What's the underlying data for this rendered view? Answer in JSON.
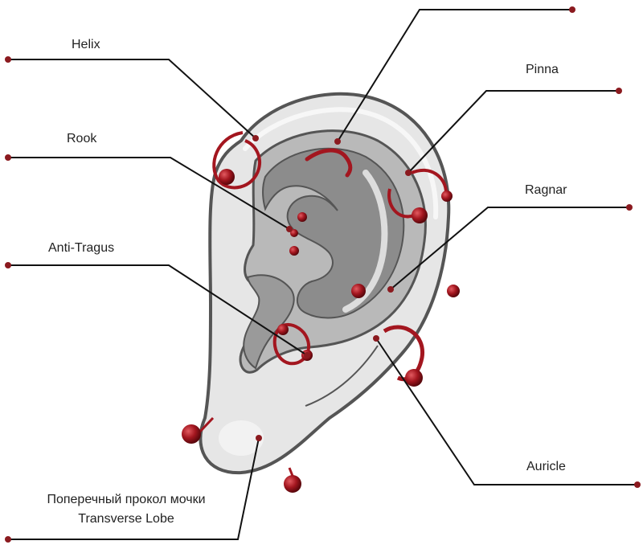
{
  "labels": {
    "helix": "Helix",
    "pinna": "Pinna",
    "rook": "Rook",
    "ragnar": "Ragnar",
    "anti_tragus": "Anti-Tragus",
    "auricle": "Auricle",
    "lobe_ru": "Поперечный прокол мочки",
    "lobe_en": "Transverse Lobe"
  },
  "colors": {
    "leader": "#111111",
    "dot": "#8b1a1f",
    "jewelry": "#a3161f",
    "ear_outer": "#e6e6e6",
    "ear_edge": "#555555",
    "ear_inner": "#8c8c8c",
    "ear_mid": "#b9b9b9"
  }
}
